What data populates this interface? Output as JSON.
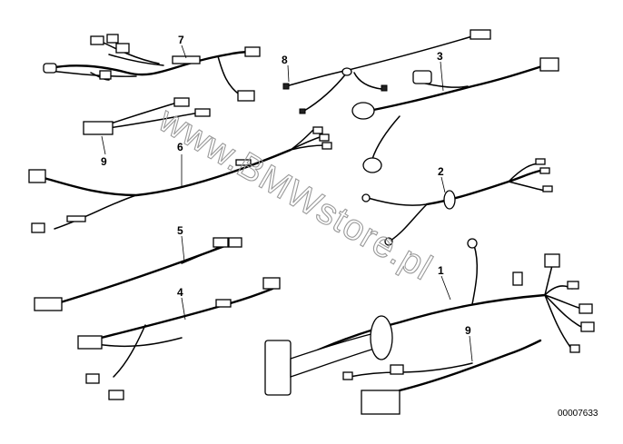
{
  "callouts": {
    "c7": "7",
    "c8": "8",
    "c3": "3",
    "c9a": "9",
    "c6": "6",
    "c2": "2",
    "c5": "5",
    "c4": "4",
    "c1": "1",
    "c9b": "9"
  },
  "watermark": "www.BMWstore.pl",
  "reference_number": "00007633"
}
